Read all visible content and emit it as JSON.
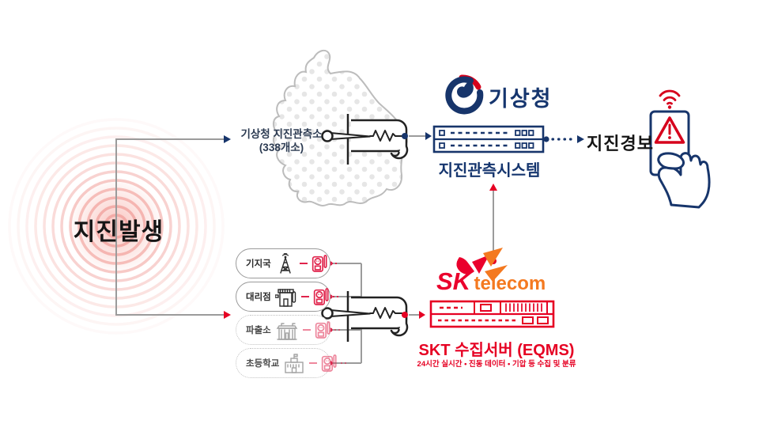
{
  "source": {
    "label": "지진발생"
  },
  "kma": {
    "station_label": "기상청 지진관측소",
    "station_count": "(338개소)",
    "logo_text": "기상청",
    "system_label": "지진관측시스템",
    "alert_label": "지진경보"
  },
  "skt": {
    "brand_sk": "SK",
    "brand_telecom": "telecom",
    "server_label": "SKT 수집서버 (EQMS)",
    "server_desc": "24시간 실시간 • 진동 데이터 • 기압 등 수집 및 분류",
    "locations": [
      {
        "label": "기지국",
        "icon": "antenna-icon",
        "style": "solid"
      },
      {
        "label": "대리점",
        "icon": "store-icon",
        "style": "solid"
      },
      {
        "label": "파출소",
        "icon": "police-station-icon",
        "style": "dotted"
      },
      {
        "label": "초등학교",
        "icon": "school-icon",
        "style": "dotted"
      }
    ]
  },
  "colors": {
    "navy": "#17356B",
    "red": "#E60023",
    "warning_red": "#D6001C",
    "sensor_red": "#E0244C",
    "orange": "#F47920",
    "connector_gray": "#9B9B9B",
    "map_outline": "#BCBCBC",
    "map_dot": "#E6E6E6",
    "ripple_pink": "#F2A9A4"
  }
}
